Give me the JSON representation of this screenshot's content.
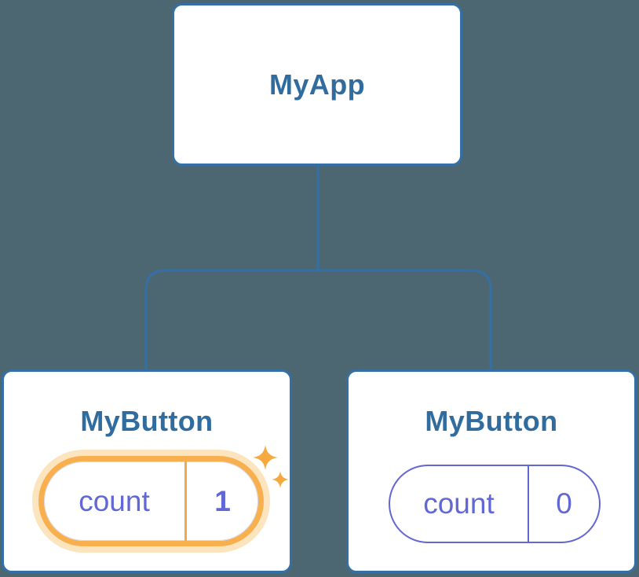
{
  "diagram": {
    "description": "React component tree with per-component state",
    "root": {
      "label": "MyApp"
    },
    "children": [
      {
        "label": "MyButton",
        "state": {
          "key": "count",
          "value": "1"
        },
        "highlighted": true
      },
      {
        "label": "MyButton",
        "state": {
          "key": "count",
          "value": "0"
        },
        "highlighted": false
      }
    ]
  },
  "icons": {
    "sparkles": "sparkles-icon"
  },
  "colors": {
    "background": "#4D6772",
    "card_background": "#FFFFFF",
    "card_border": "#3470A5",
    "connector_line": "#3470A5",
    "title_text": "#316C9E",
    "state_text": "#6167D4",
    "highlight_ring": "#F8B04F",
    "highlight_halo": "#FCE4BE",
    "sparkle": "#F5A93F"
  }
}
